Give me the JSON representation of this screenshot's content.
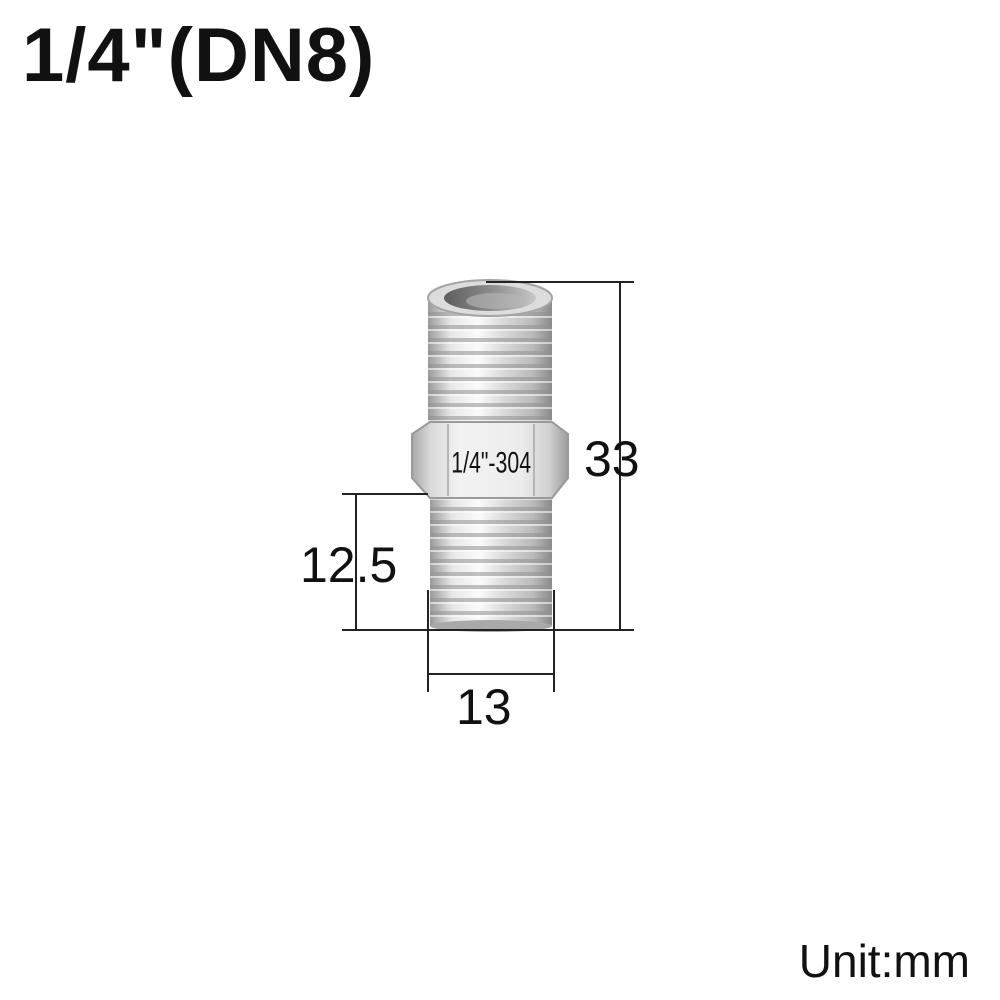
{
  "title": "1/4\"(DN8)",
  "unit_label": "Unit:mm",
  "fitting": {
    "name": "hex nipple",
    "engraving": "1/4\"-304",
    "colors": {
      "steel_light": "#f4f4f4",
      "steel_mid": "#c9c9c9",
      "steel_dark": "#8e8e8e",
      "bore": "#6f6f6f"
    }
  },
  "dimensions": {
    "total_length": "33",
    "thread_length": "12.5",
    "outer_diameter": "13"
  }
}
